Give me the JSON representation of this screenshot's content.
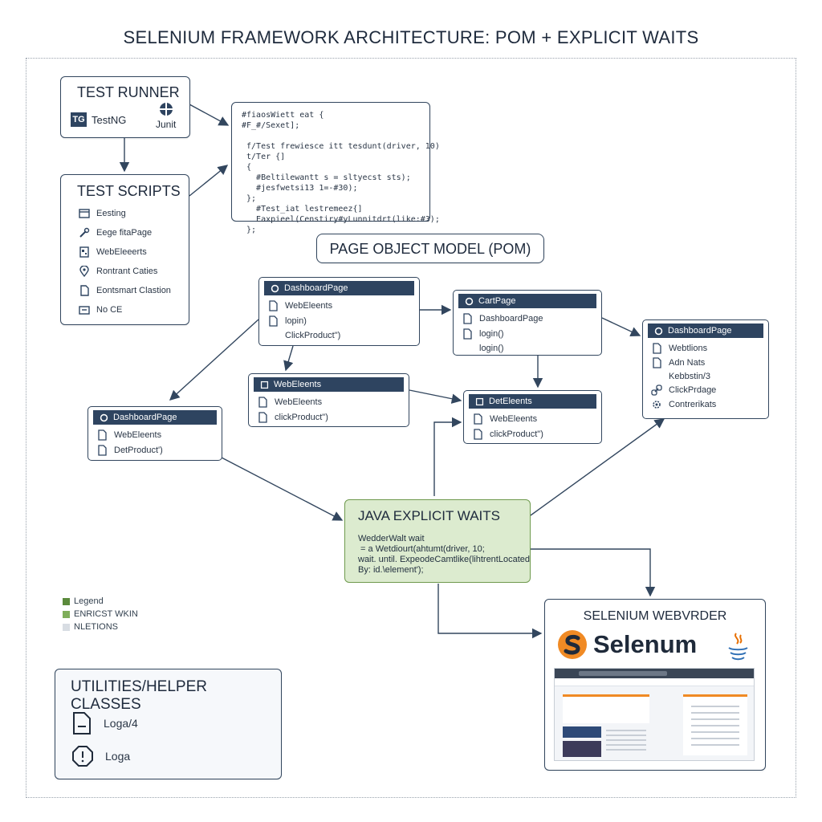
{
  "title": "SELENIUM FRAMEWORK ARCHITECTURE: POM + EXPLICIT WAITS",
  "colors": {
    "navy": "#2e4460",
    "waits_fill": "#dcebcf",
    "waits_border": "#6f9a4e",
    "selenium_orange": "#f08a24"
  },
  "test_runner": {
    "title": "TEST RUNNER",
    "testng": "TestNG",
    "junit": "Junit"
  },
  "test_scripts": {
    "title": "TEST SCRIPTS",
    "items": [
      "Eesting",
      "Eege fitaPage",
      "WebEleeerts",
      "Rontrant Caties",
      "Eontsmart Clastion",
      "No CE"
    ]
  },
  "code_sample": {
    "lines": [
      "#fiaosWiett eat {",
      "#F_#/Sexet];",
      "",
      " f/Test frewiesce itt tesdunt(driver, 10)",
      " t/Ter {]",
      " {",
      "   #Beltilewantt s = sltyecst sts);",
      "   #jesfwetsi13 1=-#30);",
      " };",
      "   #Test_iat lestremeez{]",
      "   Eaxpieel(Censtiry#yLunnitdrt(like:#3);",
      " };"
    ]
  },
  "pom": {
    "title": "PAGE OBJECT MODEL (POM)"
  },
  "classes": {
    "dash_top": {
      "name": "DashboardPage",
      "items": [
        "WebEleents",
        "lopin)",
        "ClickProduct\")"
      ]
    },
    "cart": {
      "name": "CartPage",
      "items": [
        "DashboardPage",
        "login()",
        "login()"
      ]
    },
    "dash_right": {
      "name": "DashboardPage",
      "items": [
        "Webtlions",
        "Adn Nats",
        "Kebbstin/3",
        "ClickPrdage",
        "Contrerikats"
      ]
    },
    "web_mid": {
      "name": "WebEleents",
      "items": [
        "WebEleents",
        "clickProduct\")"
      ]
    },
    "det": {
      "name": "DetEleents",
      "items": [
        "WebEleents",
        "clickProduct\")"
      ]
    },
    "dash_left": {
      "name": "DashboardPage",
      "items": [
        "WebEleents",
        "DetProduct')"
      ]
    }
  },
  "waits": {
    "title": "JAVA EXPLICIT WAITS",
    "lines": [
      "WedderWalt wait",
      " = a Wetdiourt(ahtumt(driver, 10;",
      "wait. until. ExpeodeCamtlike(lihtrentLocated",
      "By: id.\\element');"
    ]
  },
  "legend": {
    "items": [
      {
        "label": "Legend",
        "color": "#5b8a3c"
      },
      {
        "label": "ENRICST WKIN",
        "color": "#7fae5a"
      },
      {
        "label": "NLETIONS",
        "color": "#d8dde3"
      }
    ]
  },
  "utilities": {
    "title": "UTILITIES/HELPER CLASSES",
    "items": [
      "Loga/4",
      "Loga"
    ]
  },
  "webdriver": {
    "title": "SELENIUM WEBVRDER",
    "brand": "Selenum"
  }
}
